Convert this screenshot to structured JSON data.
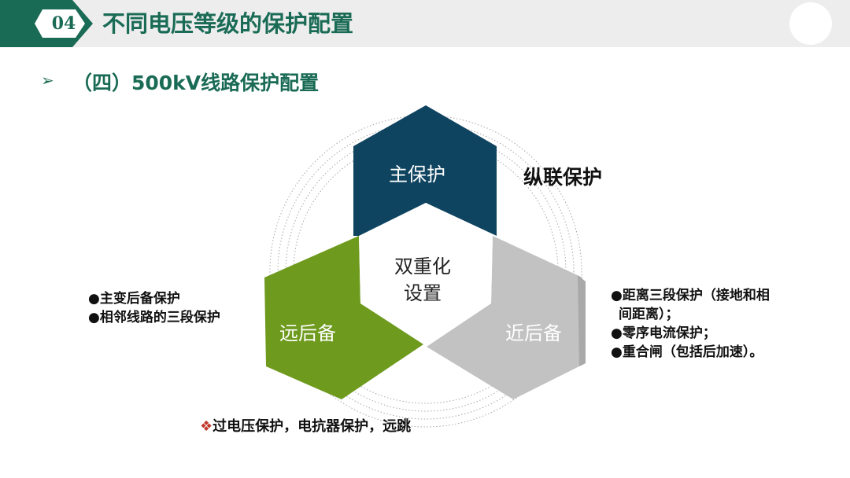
{
  "header": {
    "badge_number": "04",
    "title": "不同电压等级的保护配置"
  },
  "section": {
    "bullet": "➢",
    "subtitle": "（四）500kV线路保护配置"
  },
  "diagram": {
    "center_line1": "双重化",
    "center_line2": "设置",
    "segments": {
      "top": "主保护",
      "left": "远后备",
      "right": "近后备"
    },
    "top_label": "纵联保护",
    "left_items": [
      "●主变后备保护",
      "●相邻线路的三段保护"
    ],
    "right_items": [
      "●距离三段保护（接地和相",
      "间距离）；",
      "●零序电流保护；",
      "●重合闸（包括后加速）。"
    ],
    "bottom_mark": "❖",
    "bottom_note": "过电压保护，电抗器保护，远跳"
  },
  "colors": {
    "brand_green": "#1a6b55",
    "top_segment": "#0f4460",
    "left_segment": "#6e9a1e",
    "right_segment": "#c2c2c2"
  }
}
